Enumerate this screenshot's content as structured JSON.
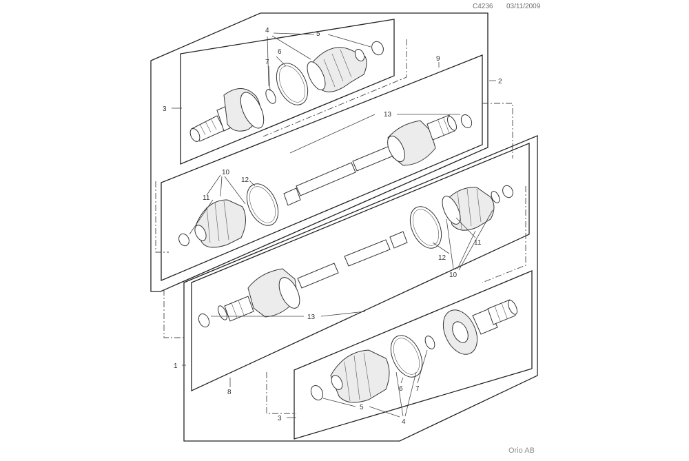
{
  "header": {
    "code": "C4236",
    "date": "03/11/2009"
  },
  "footer": {
    "copyright": "Orio AB"
  },
  "callouts": {
    "c1": "1",
    "c2": "2",
    "c3_top": "3",
    "c3_bottom": "3",
    "c4_top": "4",
    "c4_bottom": "4",
    "c5_top": "5",
    "c5_bottom": "5",
    "c6_top": "6",
    "c6_bottom": "6",
    "c7_top": "7",
    "c7_bottom": "7",
    "c8": "8",
    "c9": "9",
    "c10_top": "10",
    "c10_bottom": "10",
    "c11_top": "11",
    "c11_bottom": "11",
    "c12_top": "12",
    "c12_bottom": "12",
    "c13_top": "13",
    "c13_bottom": "13"
  }
}
